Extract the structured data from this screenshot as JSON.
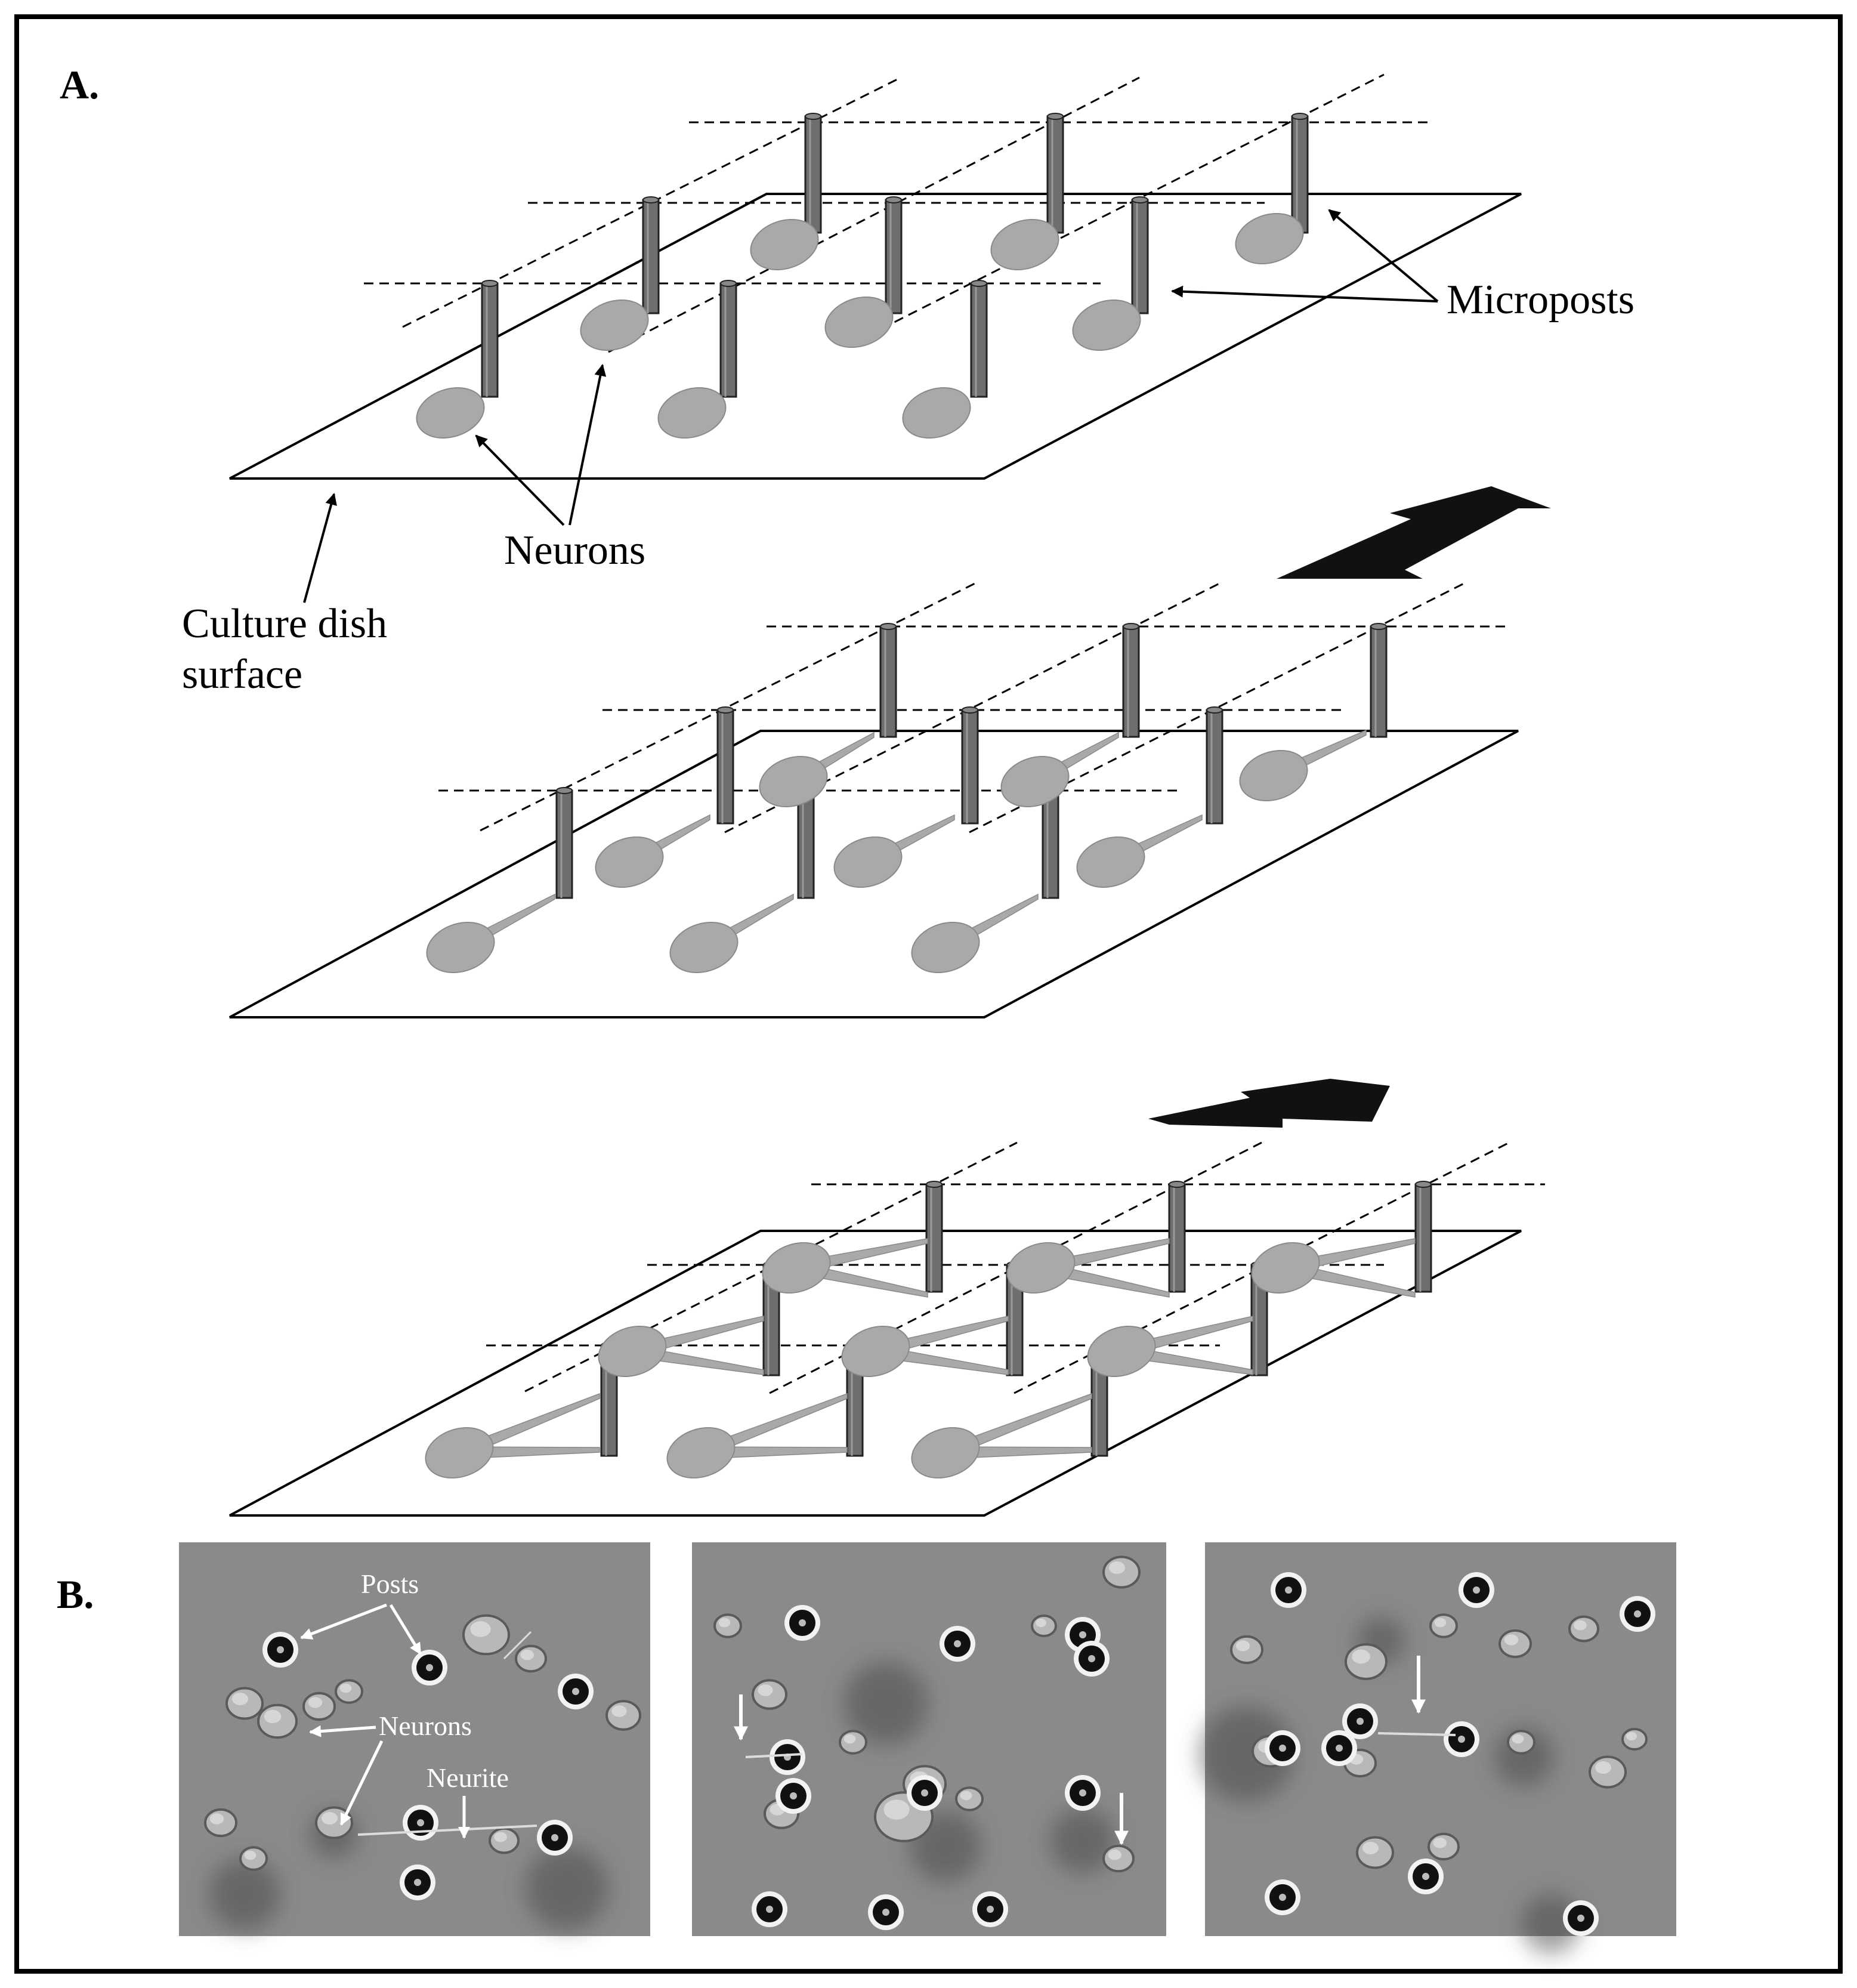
{
  "panel_a": {
    "label": "A.",
    "labels": {
      "microposts": "Microposts",
      "neurons": "Neurons",
      "culture_dish_line1": "Culture dish",
      "culture_dish_line2": "surface"
    }
  },
  "panel_b": {
    "label": "B.",
    "image1_labels": {
      "posts": "Posts",
      "neurons": "Neurons",
      "neurite": "Neurite"
    }
  },
  "colors": {
    "post": "#6e6e6e",
    "neuron": "#a9a9a9",
    "micrograph_bg": "#8a8a8a",
    "frame": "#000000"
  }
}
